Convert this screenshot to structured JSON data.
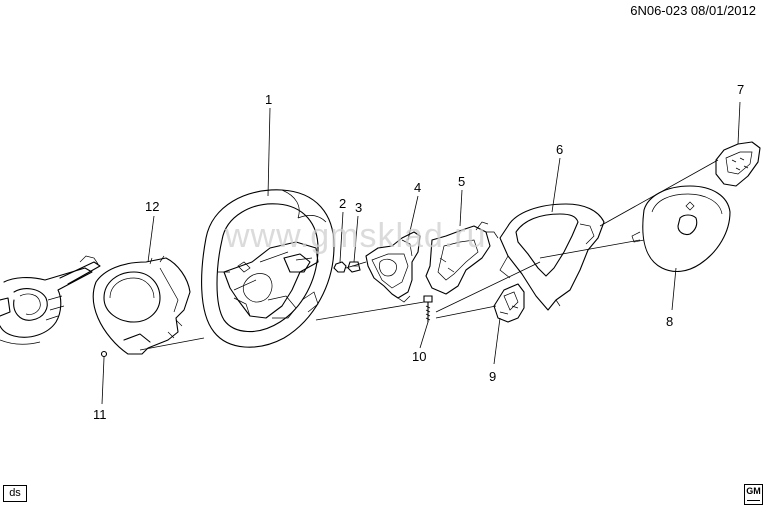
{
  "header": {
    "drawing_id": "6N06-023  08/01/2012"
  },
  "footer": {
    "ds_label": "ds",
    "logo_text": "GM"
  },
  "watermark": "www.gmsklad.ru",
  "callouts": [
    {
      "id": "1",
      "label": "1"
    },
    {
      "id": "2",
      "label": "2"
    },
    {
      "id": "3",
      "label": "3"
    },
    {
      "id": "4",
      "label": "4"
    },
    {
      "id": "5",
      "label": "5"
    },
    {
      "id": "6",
      "label": "6"
    },
    {
      "id": "7",
      "label": "7"
    },
    {
      "id": "8",
      "label": "8"
    },
    {
      "id": "9",
      "label": "9"
    },
    {
      "id": "10",
      "label": "10"
    },
    {
      "id": "11",
      "label": "11"
    },
    {
      "id": "12",
      "label": "12"
    }
  ]
}
